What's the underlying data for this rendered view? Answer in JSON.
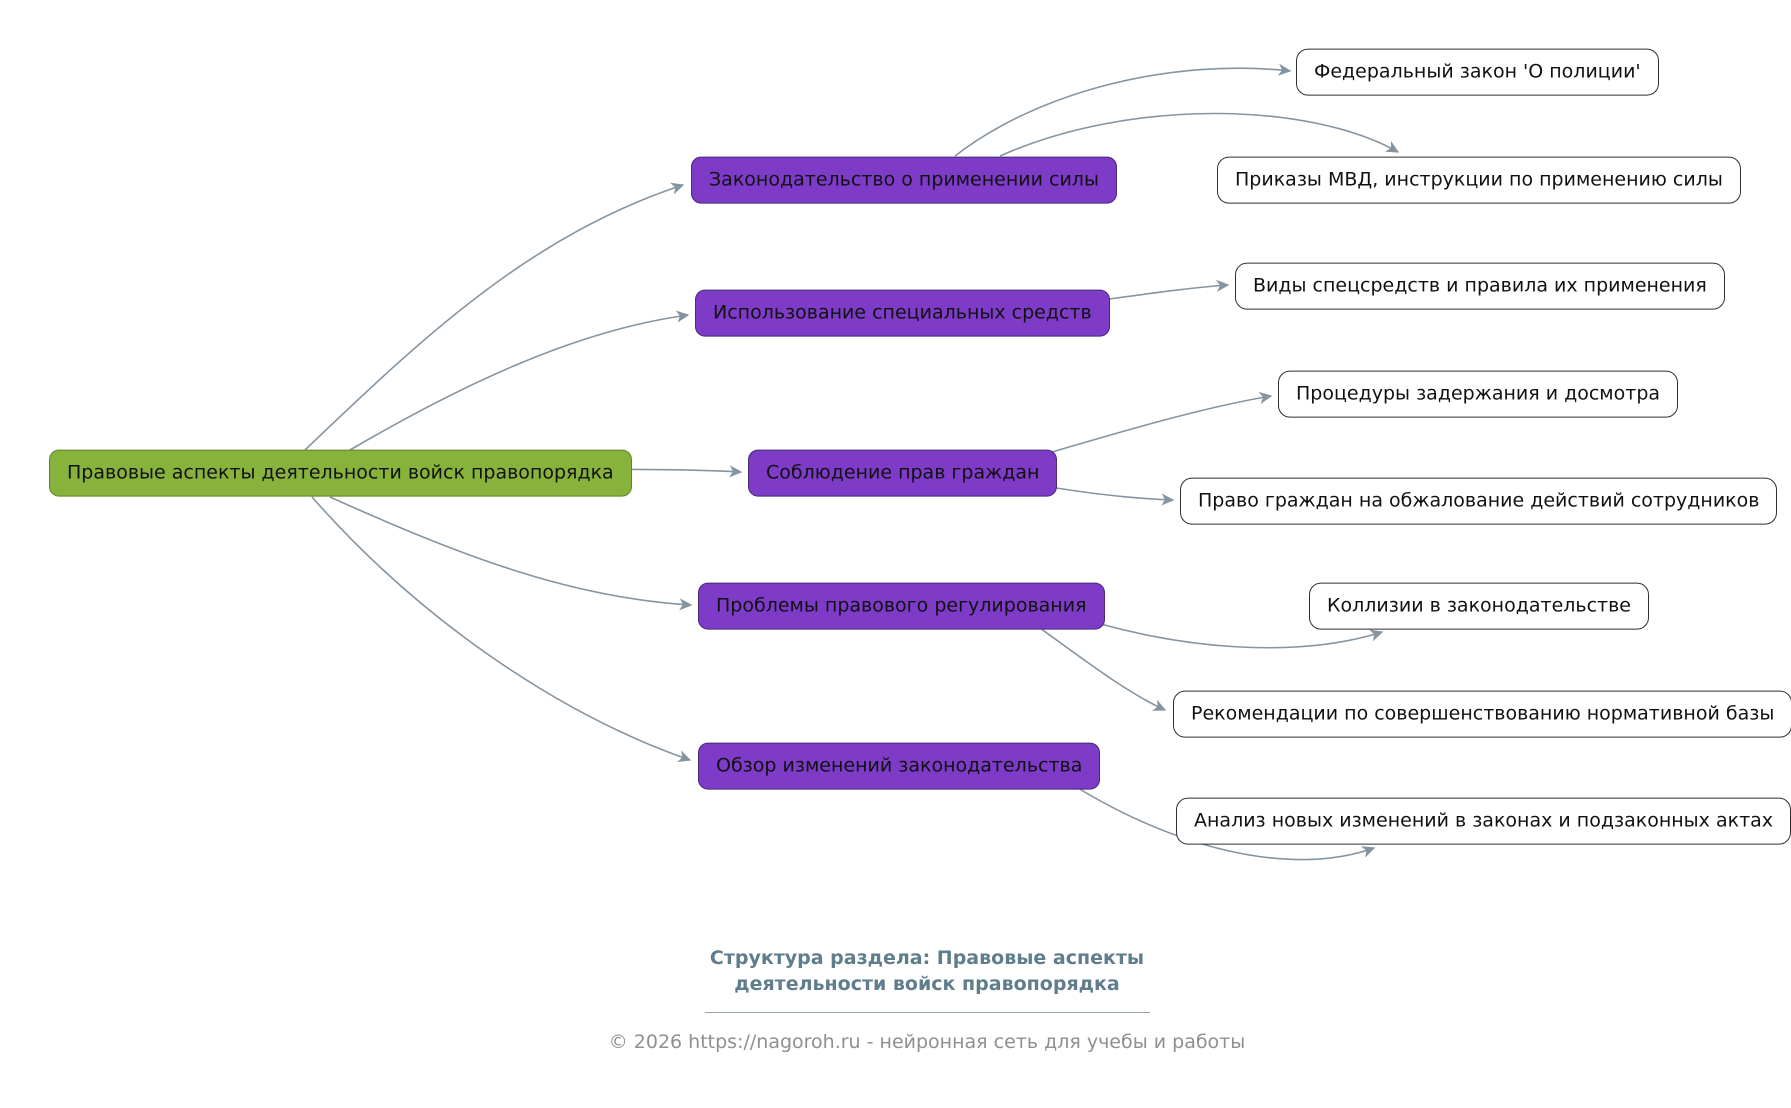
{
  "mindmap": {
    "root": {
      "label": "Правовые аспекты деятельности войск правопорядка"
    },
    "branches": [
      {
        "label": "Законодательство о применении силы",
        "children": [
          "Федеральный закон 'О полиции'",
          "Приказы МВД, инструкции по применению силы"
        ]
      },
      {
        "label": "Использование специальных средств",
        "children": [
          "Виды спецсредств и правила их применения"
        ]
      },
      {
        "label": "Соблюдение прав граждан",
        "children": [
          "Процедуры задержания и досмотра",
          "Право граждан на обжалование действий сотрудников"
        ]
      },
      {
        "label": "Проблемы правового регулирования",
        "children": [
          "Коллизии в законодательстве",
          "Рекомендации по совершенствованию нормативной базы"
        ]
      },
      {
        "label": "Обзор изменений законодательства",
        "children": [
          "Анализ новых изменений в законах и подзаконных актах"
        ]
      }
    ]
  },
  "footer": {
    "title_line1": "Структура раздела: Правовые аспекты",
    "title_line2": "деятельности войск правопорядка",
    "copyright": "© 2026 https://nagoroh.ru - нейронная сеть для учебы и работы"
  },
  "colors": {
    "root_fill": "#87b33c",
    "root_border": "#5e8226",
    "branch_fill": "#7d3bc8",
    "branch_border": "#462a76",
    "leaf_border": "#2f2f2f",
    "edge_color": "#8594a1",
    "footer_title_color": "#5f7d8c",
    "footer_copy_color": "#8f8f8f"
  }
}
